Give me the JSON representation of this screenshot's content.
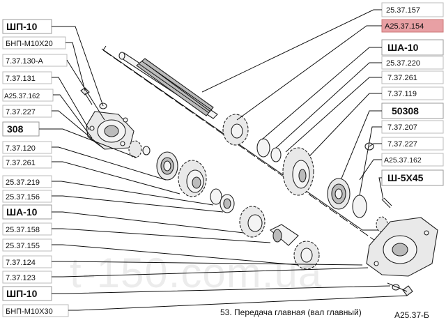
{
  "labels_left": [
    {
      "id": "l1",
      "text": "ШП-10"
    },
    {
      "id": "l2",
      "text": "БНП-М10Х20"
    },
    {
      "id": "l3",
      "text": "7.37.130-А"
    },
    {
      "id": "l4",
      "text": "7.37.131"
    },
    {
      "id": "l5",
      "text": "А25.37.162"
    },
    {
      "id": "l6",
      "text": "7.37.227"
    },
    {
      "id": "l7",
      "text": "308"
    },
    {
      "id": "l8",
      "text": "7.37.120"
    },
    {
      "id": "l9",
      "text": "7.37.261"
    },
    {
      "id": "l10",
      "text": "25.37.219"
    },
    {
      "id": "l11",
      "text": "25.37.156"
    },
    {
      "id": "l12",
      "text": "ША-10"
    },
    {
      "id": "l13",
      "text": "25.37.158"
    },
    {
      "id": "l14",
      "text": "25.37.155"
    },
    {
      "id": "l15",
      "text": "7.37.124"
    },
    {
      "id": "l16",
      "text": "7.37.123"
    },
    {
      "id": "l17",
      "text": "ШП-10"
    },
    {
      "id": "l18",
      "text": "БНП-М10Х30"
    }
  ],
  "labels_right": [
    {
      "id": "r1",
      "text": "25.37.157"
    },
    {
      "id": "r2",
      "text": "А25.37.154"
    },
    {
      "id": "r3",
      "text": "ША-10"
    },
    {
      "id": "r4",
      "text": "25.37.220"
    },
    {
      "id": "r5",
      "text": "7.37.261"
    },
    {
      "id": "r6",
      "text": "7.37.119"
    },
    {
      "id": "r7",
      "text": "50308"
    },
    {
      "id": "r8",
      "text": "7.37.207"
    },
    {
      "id": "r9",
      "text": "7.37.227"
    },
    {
      "id": "r10",
      "text": "А25.37.162"
    },
    {
      "id": "r11",
      "text": "Ш-5Х45"
    }
  ],
  "highlight_color": "#e8a0a4",
  "caption": "53. Передача главная (вал главный)",
  "figure_code": "А25.37-Б",
  "watermark": "t-150.com.ua"
}
